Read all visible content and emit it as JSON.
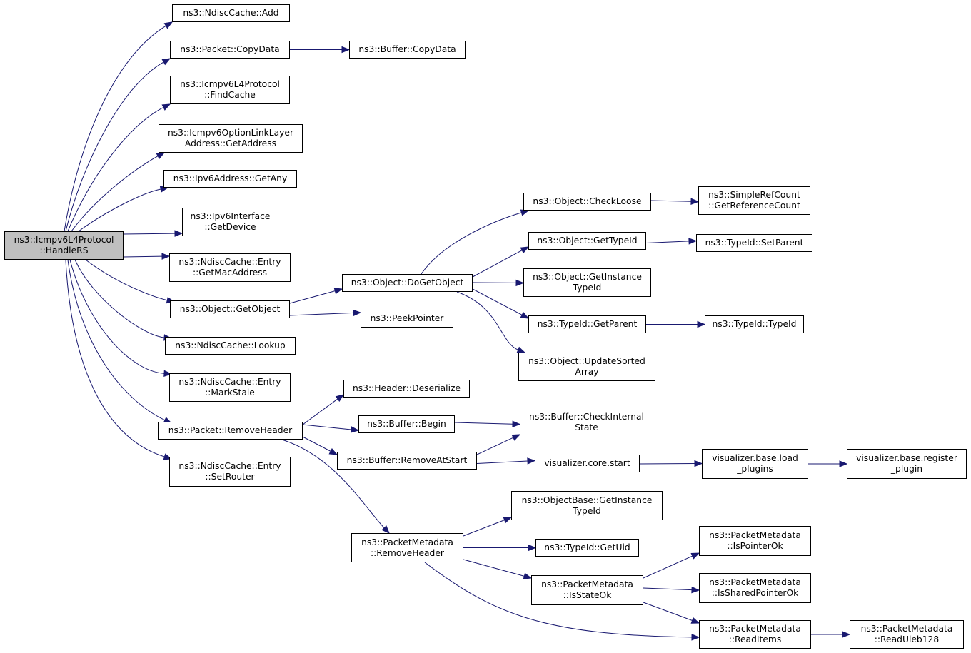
{
  "diagram": {
    "colors": {
      "edge": "#191970",
      "root_fill": "#bfbfbf",
      "node_fill": "#ffffff",
      "border": "#000000"
    },
    "nodes": {
      "root": [
        "ns3::Icmpv6L4Protocol",
        "::HandleRS"
      ],
      "ndisc_add": [
        "ns3::NdiscCache::Add"
      ],
      "packet_copydata": [
        "ns3::Packet::CopyData"
      ],
      "buffer_copydata": [
        "ns3::Buffer::CopyData"
      ],
      "findcache": [
        "ns3::Icmpv6L4Protocol",
        "::FindCache"
      ],
      "linklayer_getaddress": [
        "ns3::Icmpv6OptionLinkLayer",
        "Address::GetAddress"
      ],
      "ipv6_getany": [
        "ns3::Ipv6Address::GetAny"
      ],
      "ipv6if_getdevice": [
        "ns3::Ipv6Interface",
        "::GetDevice"
      ],
      "entry_getmac": [
        "ns3::NdiscCache::Entry",
        "::GetMacAddress"
      ],
      "object_getobject": [
        "ns3::Object::GetObject"
      ],
      "object_dogetobject": [
        "ns3::Object::DoGetObject"
      ],
      "peekpointer": [
        "ns3::PeekPointer"
      ],
      "object_checkloose": [
        "ns3::Object::CheckLoose"
      ],
      "simplerefcount": [
        "ns3::SimpleRefCount",
        "::GetReferenceCount"
      ],
      "object_gettypeid": [
        "ns3::Object::GetTypeId"
      ],
      "typeid_setparent": [
        "ns3::TypeId::SetParent"
      ],
      "object_getinstancetypeid": [
        "ns3::Object::GetInstance",
        "TypeId"
      ],
      "typeid_getparent": [
        "ns3::TypeId::GetParent"
      ],
      "typeid_typeid": [
        "ns3::TypeId::TypeId"
      ],
      "object_updatesorted": [
        "ns3::Object::UpdateSorted",
        "Array"
      ],
      "ndisc_lookup": [
        "ns3::NdiscCache::Lookup"
      ],
      "entry_markstale": [
        "ns3::NdiscCache::Entry",
        "::MarkStale"
      ],
      "header_deserialize": [
        "ns3::Header::Deserialize"
      ],
      "packet_removeheader": [
        "ns3::Packet::RemoveHeader"
      ],
      "buffer_begin": [
        "ns3::Buffer::Begin"
      ],
      "buffer_checkinternal": [
        "ns3::Buffer::CheckInternal",
        "State"
      ],
      "buffer_removeatstart": [
        "ns3::Buffer::RemoveAtStart"
      ],
      "vis_core_start": [
        "visualizer.core.start"
      ],
      "vis_load_plugins": [
        "visualizer.base.load",
        "_plugins"
      ],
      "vis_register_plugin": [
        "visualizer.base.register",
        "_plugin"
      ],
      "entry_setrouter": [
        "ns3::NdiscCache::Entry",
        "::SetRouter"
      ],
      "objectbase_getinstancetypeid": [
        "ns3::ObjectBase::GetInstance",
        "TypeId"
      ],
      "pm_removeheader": [
        "ns3::PacketMetadata",
        "::RemoveHeader"
      ],
      "typeid_getuid": [
        "ns3::TypeId::GetUid"
      ],
      "pm_ispointerok": [
        "ns3::PacketMetadata",
        "::IsPointerOk"
      ],
      "pm_isstateok": [
        "ns3::PacketMetadata",
        "::IsStateOk"
      ],
      "pm_issharedpointerok": [
        "ns3::PacketMetadata",
        "::IsSharedPointerOk"
      ],
      "pm_readitems": [
        "ns3::PacketMetadata",
        "::ReadItems"
      ],
      "pm_readuleb128": [
        "ns3::PacketMetadata",
        "::ReadUleb128"
      ]
    },
    "edges": [
      [
        "root",
        "ndisc_add"
      ],
      [
        "root",
        "packet_copydata"
      ],
      [
        "root",
        "findcache"
      ],
      [
        "root",
        "linklayer_getaddress"
      ],
      [
        "root",
        "ipv6_getany"
      ],
      [
        "root",
        "ipv6if_getdevice"
      ],
      [
        "root",
        "entry_getmac"
      ],
      [
        "root",
        "object_getobject"
      ],
      [
        "root",
        "ndisc_lookup"
      ],
      [
        "root",
        "entry_markstale"
      ],
      [
        "root",
        "packet_removeheader"
      ],
      [
        "root",
        "entry_setrouter"
      ],
      [
        "packet_copydata",
        "buffer_copydata"
      ],
      [
        "object_getobject",
        "object_dogetobject"
      ],
      [
        "object_getobject",
        "peekpointer"
      ],
      [
        "object_dogetobject",
        "object_checkloose"
      ],
      [
        "object_dogetobject",
        "object_gettypeid"
      ],
      [
        "object_dogetobject",
        "object_getinstancetypeid"
      ],
      [
        "object_dogetobject",
        "typeid_getparent"
      ],
      [
        "object_dogetobject",
        "object_updatesorted"
      ],
      [
        "object_checkloose",
        "simplerefcount"
      ],
      [
        "object_gettypeid",
        "typeid_setparent"
      ],
      [
        "typeid_getparent",
        "typeid_typeid"
      ],
      [
        "packet_removeheader",
        "header_deserialize"
      ],
      [
        "packet_removeheader",
        "buffer_begin"
      ],
      [
        "packet_removeheader",
        "buffer_removeatstart"
      ],
      [
        "packet_removeheader",
        "pm_removeheader"
      ],
      [
        "buffer_begin",
        "buffer_checkinternal"
      ],
      [
        "buffer_removeatstart",
        "buffer_checkinternal"
      ],
      [
        "buffer_removeatstart",
        "vis_core_start"
      ],
      [
        "vis_core_start",
        "vis_load_plugins"
      ],
      [
        "vis_load_plugins",
        "vis_register_plugin"
      ],
      [
        "pm_removeheader",
        "objectbase_getinstancetypeid"
      ],
      [
        "pm_removeheader",
        "typeid_getuid"
      ],
      [
        "pm_removeheader",
        "pm_isstateok"
      ],
      [
        "pm_removeheader",
        "pm_readitems"
      ],
      [
        "pm_isstateok",
        "pm_ispointerok"
      ],
      [
        "pm_isstateok",
        "pm_issharedpointerok"
      ],
      [
        "pm_isstateok",
        "pm_readitems"
      ],
      [
        "pm_readitems",
        "pm_readuleb128"
      ]
    ]
  }
}
